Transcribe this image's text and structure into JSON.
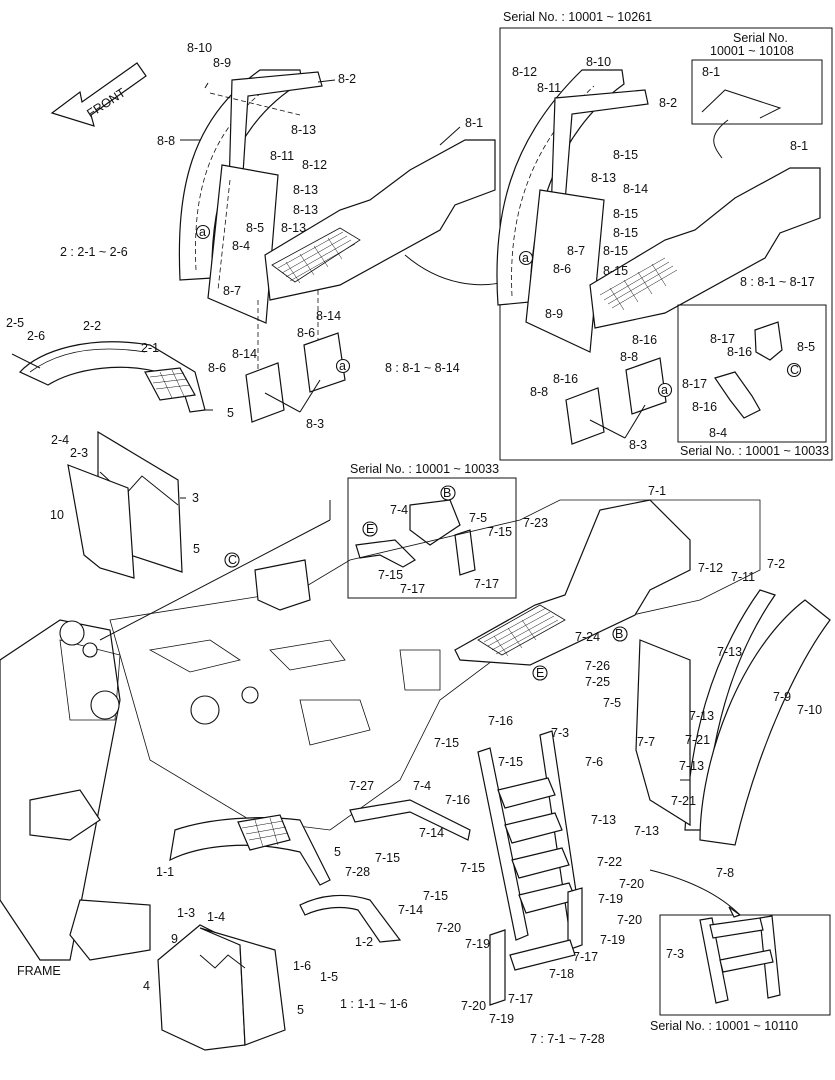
{
  "direction": "FRONT",
  "frame_label": "FRAME",
  "insets": {
    "top_right_serial": "Serial No. : 10001 ~ 10261",
    "top_right_sub_serial_line1": "Serial No.",
    "top_right_sub_serial_line2": "10001 ~ 10108",
    "top_right_sub_part": "8-1",
    "bracket_serial": "Serial No. : 10001 ~ 10033",
    "middle_serial": "Serial No. : 10001 ~ 10033",
    "ladder_serial": "Serial No. : 10001 ~ 10110"
  },
  "group_captions": {
    "g1": "1 : 1-1 ~ 1-6",
    "g2": "2 : 2-1 ~ 2-6",
    "g7": "7 : 7-1 ~ 7-28",
    "g8a": "8  : 8-1 ~ 8-14",
    "g8b": "8  : 8-1 ~ 8-17"
  },
  "markers": {
    "a": "a",
    "b": "B",
    "c": "C",
    "e": "E"
  },
  "callouts": {
    "l8_10": "8-10",
    "l8_9": "8-9",
    "l8_2": "8-2",
    "l8_13a": "8-13",
    "l8_8": "8-8",
    "l8_11": "8-11",
    "l8_12": "8-12",
    "l8_13b": "8-13",
    "l8_13c": "8-13",
    "l8_5": "8-5",
    "l8_4": "8-4",
    "l8_13d": "8-13",
    "l8_7": "8-7",
    "l8_1": "8-1",
    "l8_14a": "8-14",
    "l8_6a": "8-6",
    "l8_14b": "8-14",
    "l8_6b": "8-6",
    "l8_3": "8-3",
    "r8_12": "8-12",
    "r8_10": "8-10",
    "r8_11": "8-11",
    "r8_2": "8-2",
    "r8_15a": "8-15",
    "r8_13": "8-13",
    "r8_14": "8-14",
    "r8_15b": "8-15",
    "r8_15c": "8-15",
    "r8_7": "8-7",
    "r8_6": "8-6",
    "r8_15d": "8-15",
    "r8_15e": "8-15",
    "r8_9": "8-9",
    "r8_1": "8-1",
    "r8_16a": "8-16",
    "r8_8a": "8-8",
    "r8_16b": "8-16",
    "r8_8b": "8-8",
    "r8_3": "8-3",
    "r8_17a": "8-17",
    "r8_16c": "8-16",
    "r8_5": "8-5",
    "r8_17b": "8-17",
    "r8_16d": "8-16",
    "r8_4": "8-4",
    "l2_5": "2-5",
    "l2_6": "2-6",
    "l2_2": "2-2",
    "l2_1": "2-1",
    "l5a": "5",
    "l2_4": "2-4",
    "l2_3": "2-3",
    "l3": "3",
    "l10": "10",
    "l5b": "5",
    "l7_4": "7-4",
    "l7_5": "7-5",
    "l7_15a": "7-15",
    "l7_15b": "7-15",
    "l7_17a": "7-17",
    "l7_17b": "7-17",
    "l7_23": "7-23",
    "l7_1": "7-1",
    "l7_12": "7-12",
    "l7_11": "7-11",
    "l7_2": "7-2",
    "l7_13a": "7-13",
    "l7_9": "7-9",
    "l7_10": "7-10",
    "l7_24": "7-24",
    "l7_26": "7-26",
    "l7_25": "7-25",
    "l7_5b": "7-5",
    "l7_13b": "7-13",
    "l7_21a": "7-21",
    "l7_7": "7-7",
    "l7_13c": "7-13",
    "l7_21b": "7-21",
    "l7_6": "7-6",
    "l7_13d": "7-13",
    "l7_13e": "7-13",
    "l7_8": "7-8",
    "l7_16a": "7-16",
    "l7_15c": "7-15",
    "l7_15d": "7-15",
    "l7_3": "7-3",
    "l7_27": "7-27",
    "l7_4b": "7-4",
    "l7_16b": "7-16",
    "l7_14a": "7-14",
    "l7_15e": "7-15",
    "l7_28": "7-28",
    "l7_15f": "7-15",
    "l7_14b": "7-14",
    "l7_15g": "7-15",
    "l7_22": "7-22",
    "l7_20a": "7-20",
    "l7_19a": "7-19",
    "l7_20b": "7-20",
    "l7_19b": "7-19",
    "l7_17c": "7-17",
    "l7_20c": "7-20",
    "l7_19c": "7-19",
    "l7_18": "7-18",
    "l7_17d": "7-17",
    "l7_20d": "7-20",
    "l7_19d": "7-19",
    "l7_3b": "7-3",
    "l1_1": "1-1",
    "l5c": "5",
    "l1_3": "1-3",
    "l1_4": "1-4",
    "l9": "9",
    "l1_2": "1-2",
    "l1_6": "1-6",
    "l1_5": "1-5",
    "l4": "4",
    "l5d": "5"
  }
}
